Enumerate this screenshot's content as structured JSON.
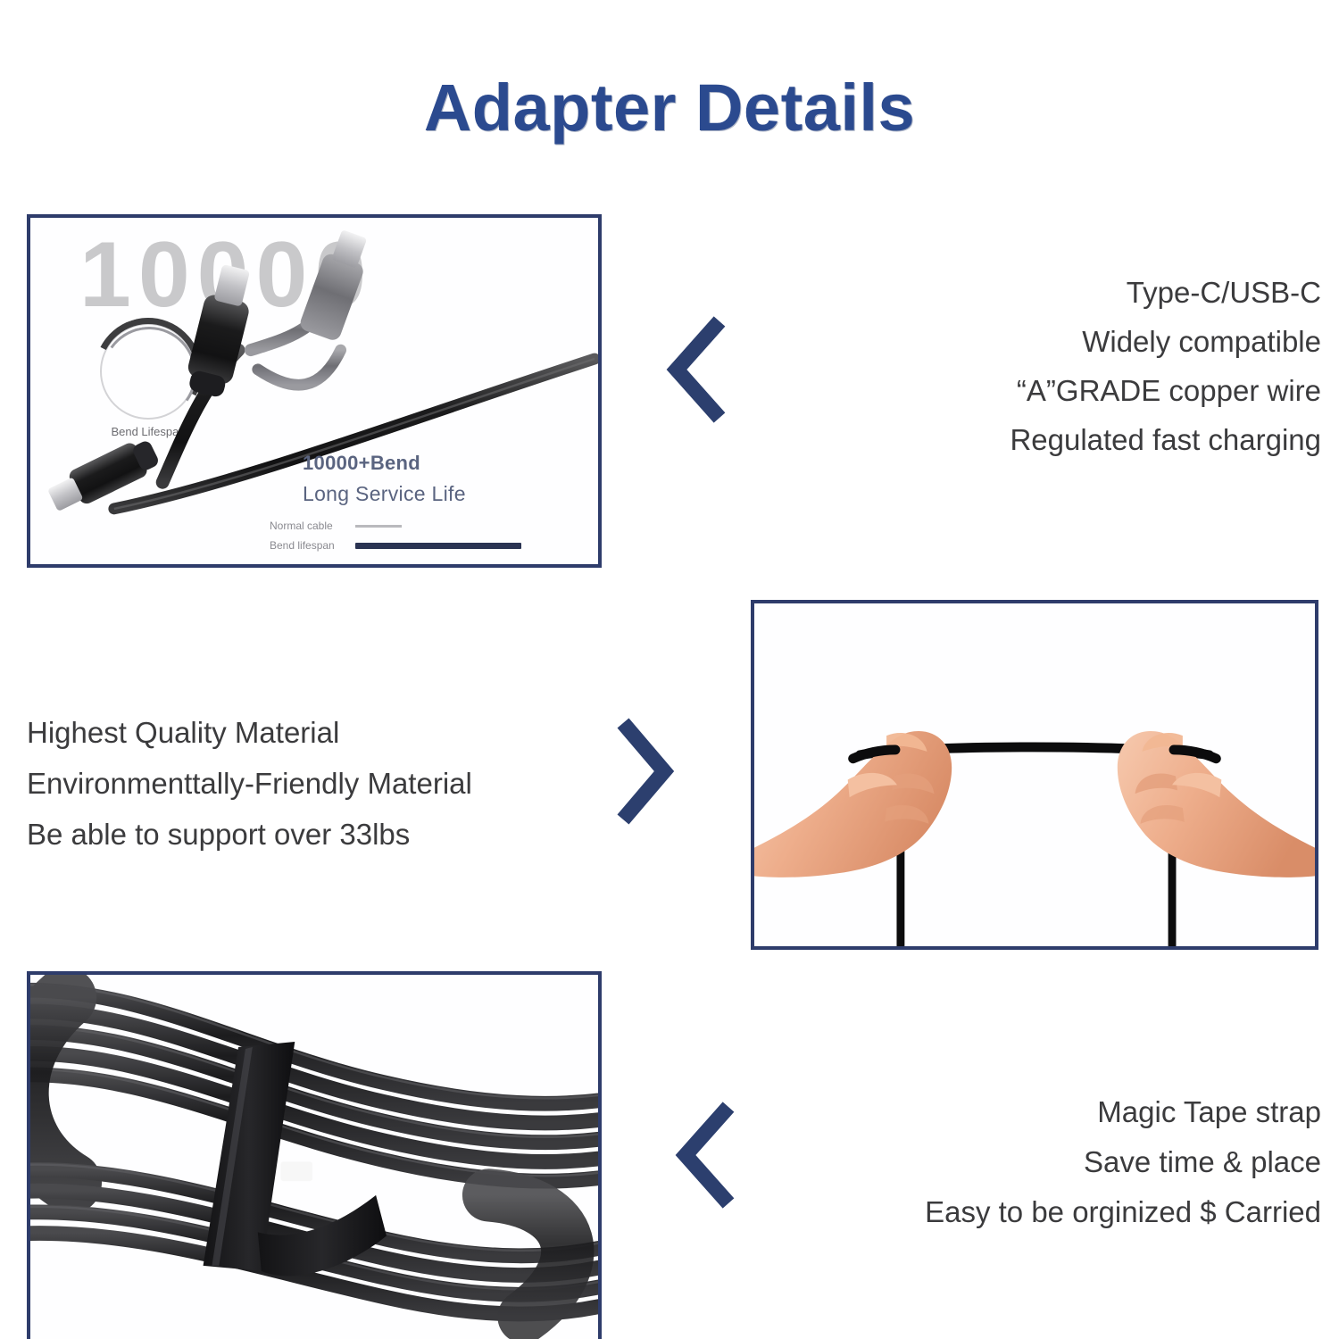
{
  "header": {
    "title": "Adapter Details",
    "title_color": "#2b4a8f"
  },
  "theme": {
    "frame_border": "#2e3c6b",
    "chevron_color": "#2c3f6e",
    "body_text": "#3b3b3d",
    "watermark_gray": "#c9c9cb",
    "caption_blue_gray": "#5a6480",
    "background": "#ffffff"
  },
  "panels": {
    "cable_bend": {
      "name": "10000 bend cable photo",
      "watermark": "10000",
      "bend_circle_caption": "Bend Lifespan",
      "caption_line_1": "10000+Bend",
      "caption_line_2": "Long Service Life",
      "legend": [
        {
          "label": "Normal cable",
          "bar": "short",
          "color": "#b9b9bd"
        },
        {
          "label": "Bend lifespan",
          "bar": "long",
          "color": "#2a3352"
        }
      ]
    },
    "hands_pull": {
      "name": "two hands pulling cable taut"
    },
    "cable_strap": {
      "name": "coiled cable with magic tape strap"
    }
  },
  "features": {
    "right": {
      "align": "right",
      "lines": [
        "Type-C/USB-C",
        "Widely compatible",
        "“A”GRADE copper wire",
        "Regulated fast charging"
      ]
    },
    "left": {
      "align": "left",
      "lines": [
        "Highest Quality Material",
        "Environmenttally-Friendly Material",
        "Be able to support over 33lbs"
      ]
    },
    "bottom": {
      "align": "right",
      "lines": [
        "Magic Tape strap",
        "Save time & place",
        "Easy to be orginized $ Carried"
      ]
    }
  },
  "chevrons": [
    {
      "name": "chevron-left-top",
      "direction": "left"
    },
    {
      "name": "chevron-right-middle",
      "direction": "right"
    },
    {
      "name": "chevron-left-bottom",
      "direction": "left"
    }
  ]
}
